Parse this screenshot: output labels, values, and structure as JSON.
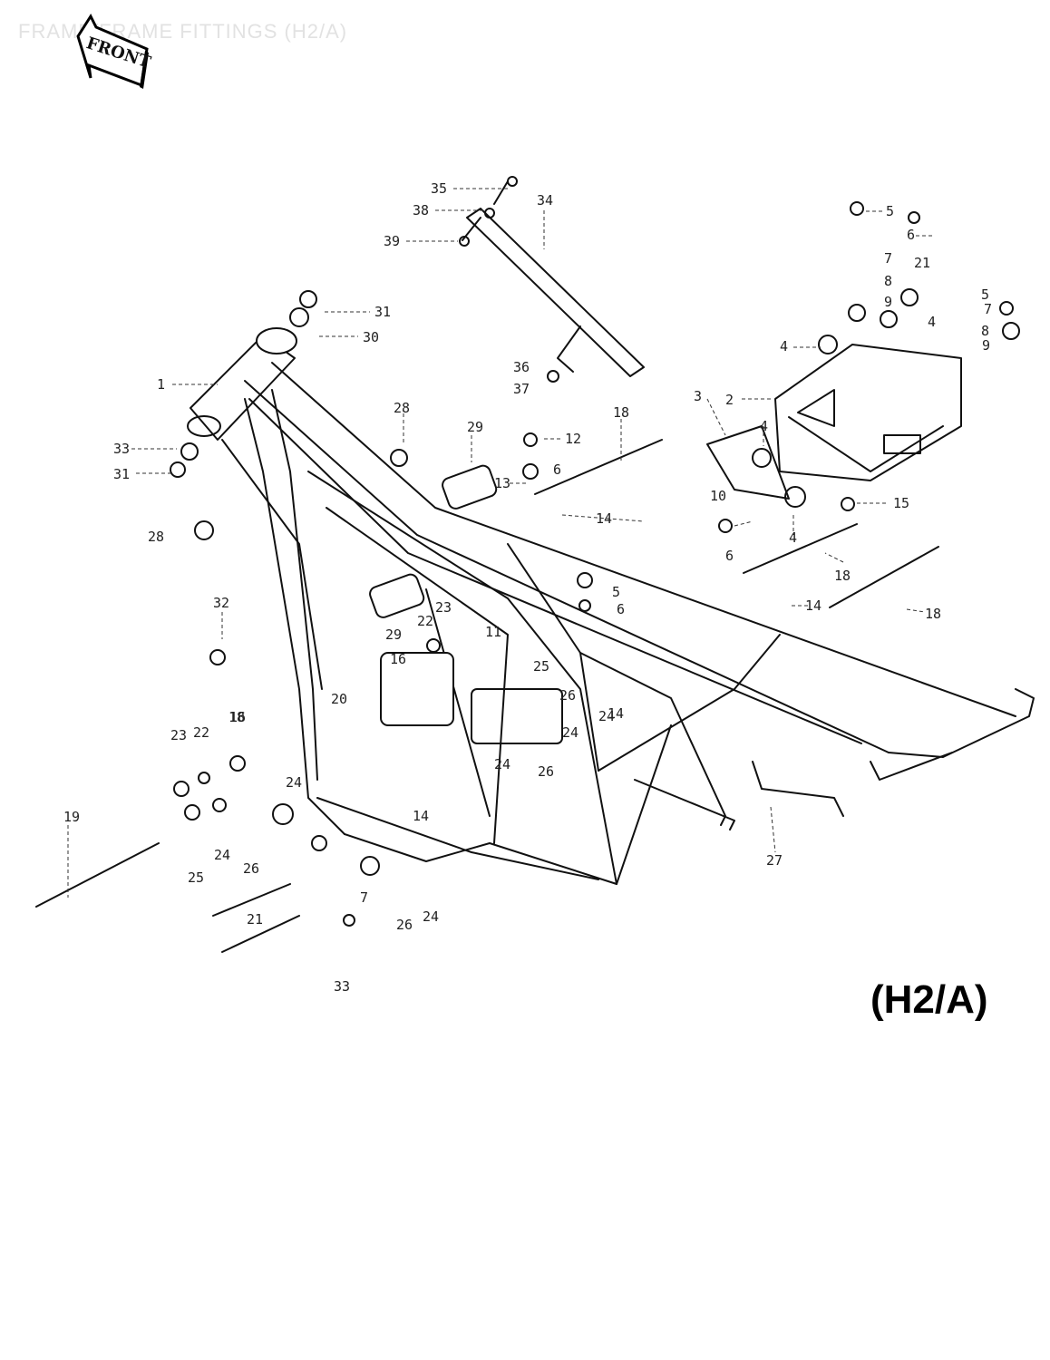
{
  "header": {
    "title": "FRAME/FRAME FITTINGS (H2/A)",
    "front_badge": "FRONT"
  },
  "model_code": "(H2/A)",
  "callouts": [
    "1",
    "2",
    "3",
    "4",
    "4",
    "4",
    "4",
    "5",
    "5",
    "5",
    "6",
    "6",
    "6",
    "6",
    "7",
    "7",
    "7",
    "8",
    "8",
    "9",
    "9",
    "10",
    "11",
    "12",
    "13",
    "14",
    "14",
    "14",
    "14",
    "15",
    "16",
    "16",
    "18",
    "18",
    "18",
    "18",
    "19",
    "20",
    "21",
    "21",
    "22",
    "22",
    "23",
    "23",
    "24",
    "24",
    "24",
    "24",
    "24",
    "24",
    "25",
    "25",
    "26",
    "26",
    "26",
    "26",
    "27",
    "28",
    "28",
    "29",
    "29",
    "30",
    "31",
    "31",
    "32",
    "33",
    "33",
    "34",
    "35",
    "36",
    "37",
    "38",
    "39"
  ]
}
